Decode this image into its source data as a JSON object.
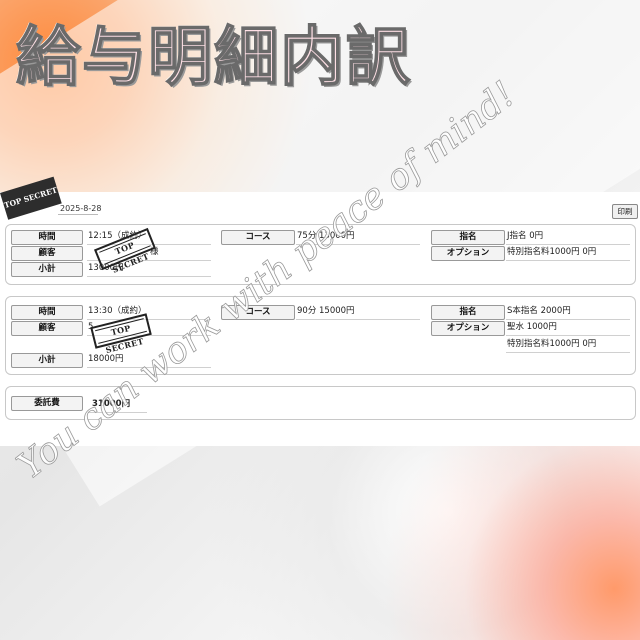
{
  "page_title": "給与明細内訳",
  "date": "2025-8-28",
  "print_label": "印刷",
  "stamp_text": "TOP SECRET",
  "watermark": "You can work with peace of mind!",
  "labels": {
    "time": "時間",
    "customer": "顧客",
    "subtotal": "小計",
    "course": "コース",
    "nomination": "指名",
    "option": "オプション",
    "commission": "委託費"
  },
  "records": [
    {
      "time": "12:15（成約）",
      "customer": "様",
      "subtotal": "13000円",
      "course": "75分 13000円",
      "nomination": "J指名 0円",
      "options": [
        "特別指名料1000円 0円"
      ]
    },
    {
      "time": "13:30（成約）",
      "customer": "5",
      "subtotal": "18000円",
      "course": "90分 15000円",
      "nomination": "S本指名 2000円",
      "options": [
        "聖水 1000円",
        "特別指名料1000円 0円"
      ]
    }
  ],
  "commission_total": "31000円",
  "colors": {
    "orange_accent": "#ff8a3c",
    "pink_accent": "#ff9a6a",
    "label_bg": "#f3f3f3",
    "panel_bg": "#ffffff"
  }
}
